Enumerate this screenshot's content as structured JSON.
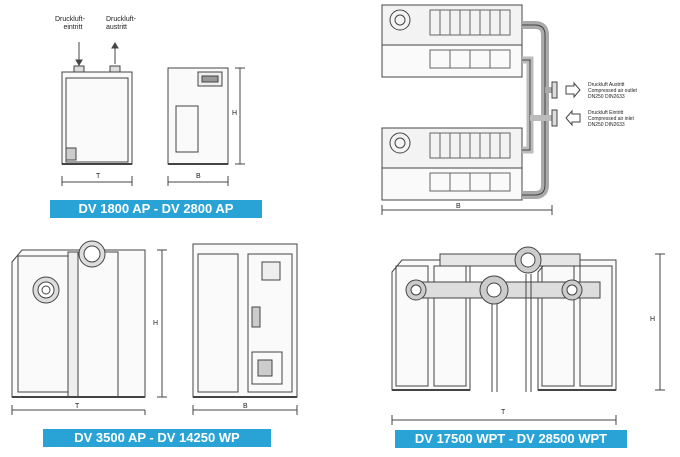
{
  "top_left": {
    "label_inlet_1": "Druckluft-",
    "label_inlet_2": "eintritt",
    "label_outlet_1": "Druckluft-",
    "label_outlet_2": "austritt",
    "dim_t": "T",
    "dim_b": "B",
    "dim_h": "H",
    "banner": "DV 1800 AP - DV 2800 AP"
  },
  "top_right": {
    "outlet_1": "Druckluft Austritt",
    "outlet_2": "Compressed air outlet",
    "outlet_3": "DN250 DIN2633",
    "inlet_1": "Druckluft Eintritt",
    "inlet_2": "Compressed air inlet",
    "inlet_3": "DN250 DIN2633",
    "dim_b": "B"
  },
  "bottom_left": {
    "dim_h": "H",
    "dim_t": "T",
    "dim_b": "B",
    "banner": "DV 3500 AP - DV 14250 WP"
  },
  "bottom_right": {
    "dim_h": "H",
    "dim_t": "T",
    "banner": "DV 17500 WPT - DV 28500 WPT"
  }
}
